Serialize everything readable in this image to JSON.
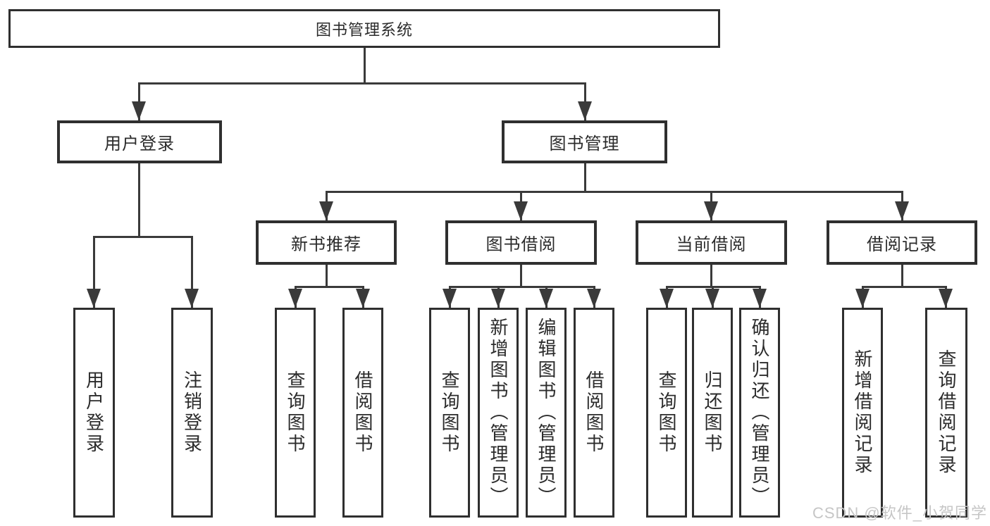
{
  "tree": {
    "root": {
      "label": "图书管理系统",
      "children": [
        {
          "label": "用户登录",
          "children": [
            {
              "label": "用户登录"
            },
            {
              "label": "注销登录"
            }
          ]
        },
        {
          "label": "图书管理",
          "children": [
            {
              "label": "新书推荐",
              "children": [
                {
                  "label": "查询图书"
                },
                {
                  "label": "借阅图书"
                }
              ]
            },
            {
              "label": "图书借阅",
              "children": [
                {
                  "label": "查询图书"
                },
                {
                  "label": "新增图书（管理员）"
                },
                {
                  "label": "编辑图书（管理员）"
                },
                {
                  "label": "借阅图书"
                }
              ]
            },
            {
              "label": "当前借阅",
              "children": [
                {
                  "label": "查询图书"
                },
                {
                  "label": "归还图书"
                },
                {
                  "label": "确认归还（管理员）"
                }
              ]
            },
            {
              "label": "借阅记录",
              "children": [
                {
                  "label": "新增借阅记录"
                },
                {
                  "label": "查询借阅记录"
                }
              ]
            }
          ]
        }
      ]
    }
  },
  "watermark": {
    "text": "CSDN @软件_小贺同学"
  },
  "colors": {
    "line": "#3a3a3a",
    "box_border": "#2f2f2f",
    "text": "#2b2b2b",
    "watermark": "#c6c6c6",
    "background": "#ffffff"
  }
}
